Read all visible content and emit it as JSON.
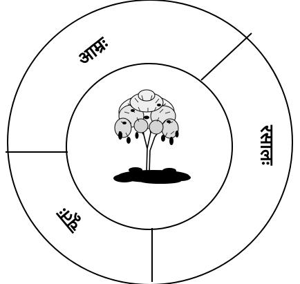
{
  "diagram": {
    "type": "ring-diagram",
    "segments": [
      {
        "label": "आम्रः"
      },
      {
        "label": "रसालः"
      },
      {
        "label": "चूतः"
      }
    ],
    "center_image": "mango-tree",
    "colors": {
      "ink": "#000000",
      "background": "#ffffff"
    }
  }
}
